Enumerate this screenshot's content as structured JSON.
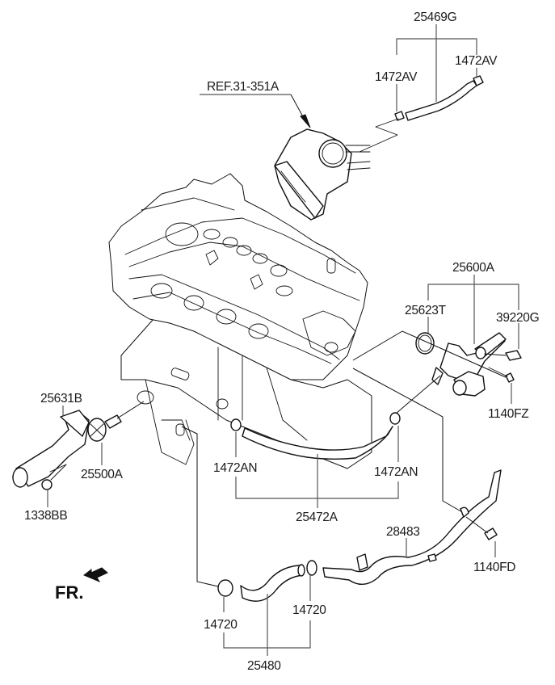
{
  "diagram": {
    "title": "Engine coolant piping / thermostat parts diagram",
    "reference": "REF.31-351A",
    "direction_label": "FR.",
    "parts": {
      "hose_25469G": "25469G",
      "clamp_1472AV_left": "1472AV",
      "clamp_1472AV_right": "1472AV",
      "fitting_assy_25600A": "25600A",
      "oring_25623T": "25623T",
      "sensor_39220G": "39220G",
      "bolt_1140FZ": "1140FZ",
      "housing_25631B": "25631B",
      "thermostat_25500A": "25500A",
      "nut_1338BB": "1338BB",
      "clamp_1472AN_left": "1472AN",
      "clamp_1472AN_right": "1472AN",
      "hose_25472A": "25472A",
      "pipe_28483": "28483",
      "bolt_1140FD": "1140FD",
      "clamp_14720_left": "14720",
      "clamp_14720_right": "14720",
      "hose_25480": "25480"
    }
  }
}
